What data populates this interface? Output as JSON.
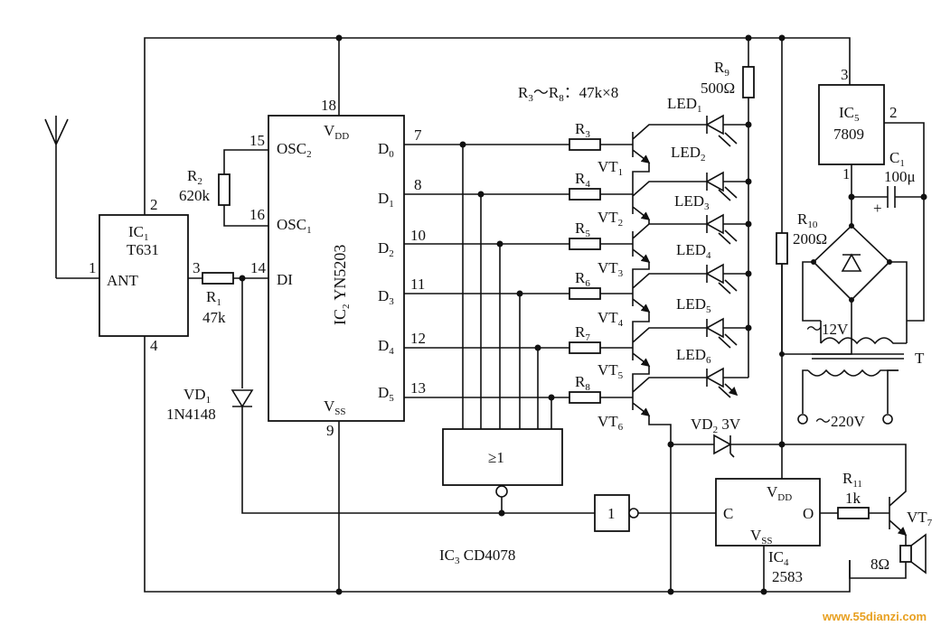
{
  "labels": {
    "ic1_name": "IC",
    "ic1_sub": "1",
    "ic1_part": "T631",
    "ic1_pin_ant": "ANT",
    "ic2_name": "IC",
    "ic2_sub": "2",
    "ic2_part": "YN5203",
    "vdd": "V",
    "vdd_sub": "DD",
    "vss": "V",
    "vss_sub": "SS",
    "osc2": "OSC",
    "osc2_sub": "2",
    "osc1": "OSC",
    "osc1_sub": "1",
    "di": "DI",
    "d0": "D",
    "d0_sub": "0",
    "d1": "D",
    "d1_sub": "1",
    "d2": "D",
    "d2_sub": "2",
    "d3": "D",
    "d3_sub": "3",
    "d4": "D",
    "d4_sub": "4",
    "d5": "D",
    "d5_sub": "5",
    "r1": "R",
    "r1_sub": "1",
    "r1_val": "47k",
    "r2": "R",
    "r2_sub": "2",
    "r2_val": "620k",
    "r3": "R",
    "r3_sub": "3",
    "r4": "R",
    "r4_sub": "4",
    "r5": "R",
    "r5_sub": "5",
    "r6": "R",
    "r6_sub": "6",
    "r7": "R",
    "r7_sub": "7",
    "r8": "R",
    "r8_sub": "8",
    "r_range_a": "R",
    "r_range_a_sub": "3",
    "r_range_mid": "～R",
    "r_range_b_sub": "8",
    "r_range_val": "：47k×8",
    "r9": "R",
    "r9_sub": "9",
    "r9_val": "500Ω",
    "r10": "R",
    "r10_sub": "10",
    "r10_val": "200Ω",
    "r11": "R",
    "r11_sub": "11",
    "r11_val": "1k",
    "led": "LED",
    "led1_sub": "1",
    "led2_sub": "2",
    "led3_sub": "3",
    "led4_sub": "4",
    "led5_sub": "5",
    "led6_sub": "6",
    "vt": "VT",
    "vt1_sub": "1",
    "vt2_sub": "2",
    "vt3_sub": "3",
    "vt4_sub": "4",
    "vt5_sub": "5",
    "vt6_sub": "6",
    "vt7_sub": "7",
    "vd1": "VD",
    "vd1_sub": "1",
    "vd1_part": "1N4148",
    "vd2": "VD",
    "vd2_sub": "2",
    "vd2_val": "3V",
    "ic3_name": "IC",
    "ic3_sub": "3",
    "ic3_part": "CD4078",
    "or_symbol": "≥1",
    "not_symbol": "1",
    "ic4_name": "IC",
    "ic4_sub": "4",
    "ic4_part": "2583",
    "ic4_c": "C",
    "ic4_o": "O",
    "ic5_name": "IC",
    "ic5_sub": "5",
    "ic5_part": "7809",
    "c1": "C",
    "c1_sub": "1",
    "c1_val": "100μ",
    "plus": "+",
    "ac12": "～12V",
    "ac220": "～220V",
    "transformer": "T",
    "speaker": "8Ω",
    "pin1": "1",
    "pin2": "2",
    "pin3": "3",
    "pin4": "4",
    "pin7": "7",
    "pin8": "8",
    "pin9": "9",
    "pin10": "10",
    "pin11": "11",
    "pin12": "12",
    "pin13": "13",
    "pin14": "14",
    "pin15": "15",
    "pin16": "16",
    "pin18": "18",
    "ic5_pin1": "1",
    "ic5_pin2": "2",
    "ic5_pin3": "3",
    "watermark": "www.55dianzi.com"
  }
}
